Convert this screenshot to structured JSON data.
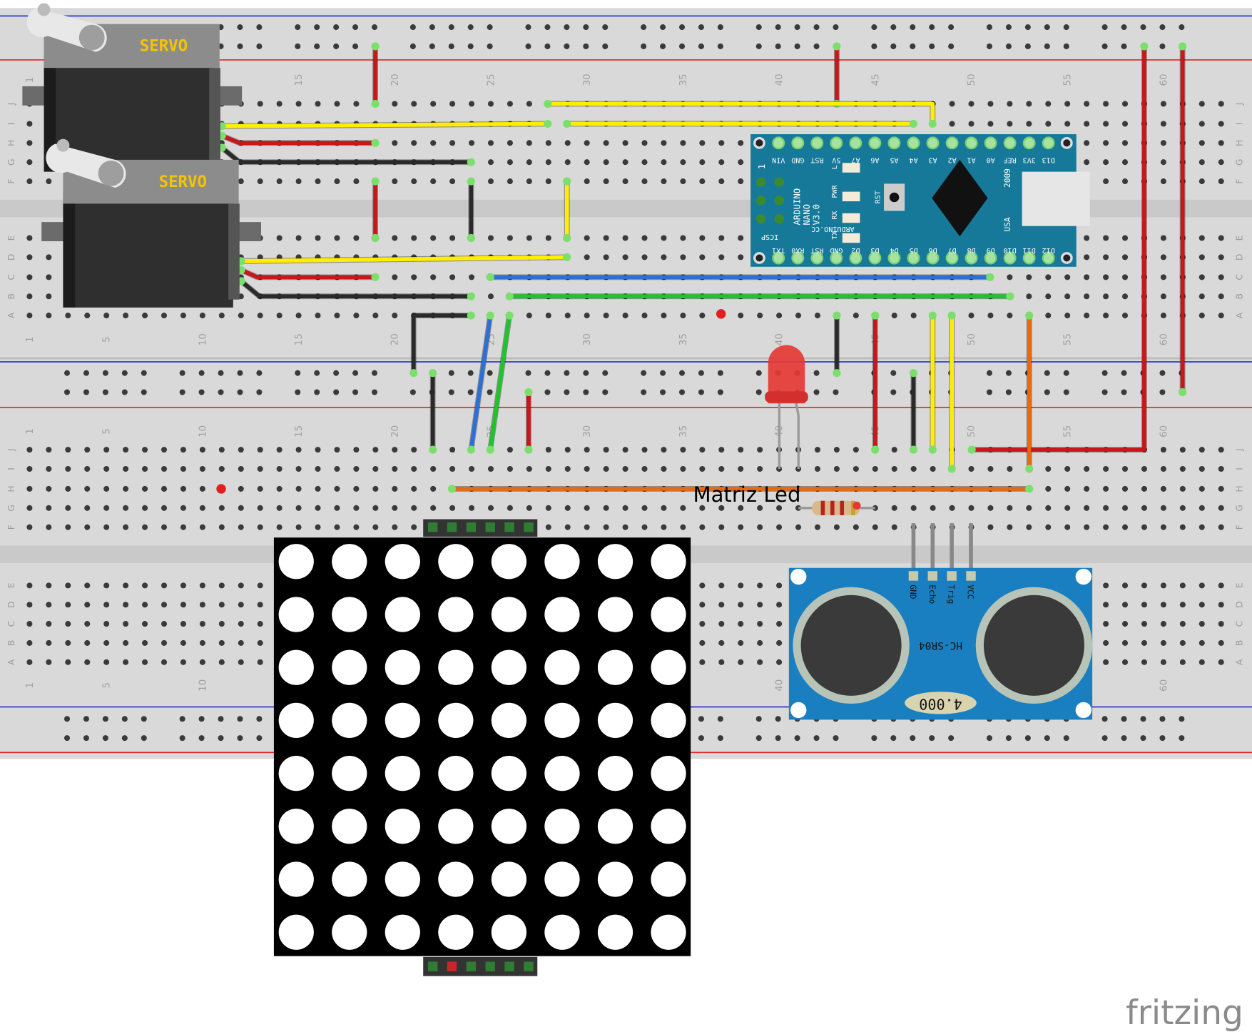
{
  "breadboard": {
    "row_letters": [
      "J",
      "I",
      "H",
      "G",
      "F",
      "E",
      "D",
      "C",
      "B",
      "A"
    ],
    "column_numbers": [
      "1",
      "5",
      "10",
      "15",
      "20",
      "25",
      "30",
      "35",
      "40",
      "45",
      "50",
      "55",
      "60"
    ],
    "colors": {
      "board": "#d9d9d9",
      "rail_blue": "#2b3bd6",
      "rail_red": "#e0262b",
      "hole": "#3a3a3a",
      "hole_active": "#7be06b"
    }
  },
  "servos": [
    {
      "label": "SERVO"
    },
    {
      "label": "SERVO"
    }
  ],
  "arduino": {
    "name_lines": [
      "ARDUINO",
      "NANO",
      "V3.0"
    ],
    "site": "ARDUINO.CC",
    "year": "2009",
    "country": "USA",
    "icsp": "ICSP",
    "icsp_pin1": "1",
    "leds": [
      "L",
      "PWR",
      "RX",
      "TX"
    ],
    "reset": "RST",
    "top_pins": [
      "VIN",
      "GND",
      "RST",
      "5V",
      "A7",
      "A6",
      "A5",
      "A4",
      "A3",
      "A2",
      "A1",
      "A0",
      "REF",
      "3V3",
      "D13"
    ],
    "bottom_pins": [
      "TX1",
      "RX0",
      "RST",
      "GND",
      "D2",
      "D3",
      "D4",
      "D5",
      "D6",
      "D7",
      "D8",
      "D9",
      "D10",
      "D11",
      "D12"
    ],
    "color": "#17799a"
  },
  "ultrasonic": {
    "model": "HC-SR04",
    "crystal": "4.000",
    "pins": [
      "GND",
      "Echo",
      "Trig",
      "VCC"
    ],
    "color": "#1a7fc1"
  },
  "led_matrix": {
    "label": "Matriz Led",
    "rows": 8,
    "cols": 8
  },
  "led": {
    "color": "#e53935"
  },
  "wire_colors": {
    "red": "#c8161b",
    "yellow": "#ffee00",
    "black": "#2a2a2a",
    "blue": "#2e6fd6",
    "green": "#1ec52a",
    "orange": "#e86a10"
  },
  "watermark": "fritzing"
}
